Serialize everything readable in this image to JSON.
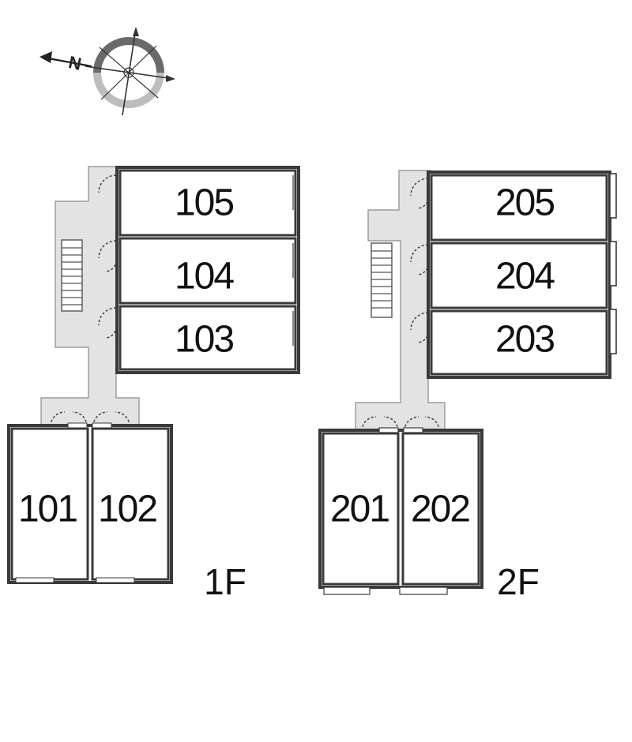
{
  "compass": {
    "north_label": "N",
    "icon": "compass-rose-icon"
  },
  "colors": {
    "wall": "#3a3a3a",
    "corridor": "#e3e3e3",
    "corridor_edge": "#8a8a8a",
    "room_fill": "#ffffff",
    "text": "#111111"
  },
  "floors": [
    {
      "label": "1F",
      "units": [
        {
          "number": "105"
        },
        {
          "number": "104"
        },
        {
          "number": "103"
        },
        {
          "number": "101"
        },
        {
          "number": "102"
        }
      ]
    },
    {
      "label": "2F",
      "units": [
        {
          "number": "205"
        },
        {
          "number": "204"
        },
        {
          "number": "203"
        },
        {
          "number": "201"
        },
        {
          "number": "202"
        }
      ]
    }
  ]
}
